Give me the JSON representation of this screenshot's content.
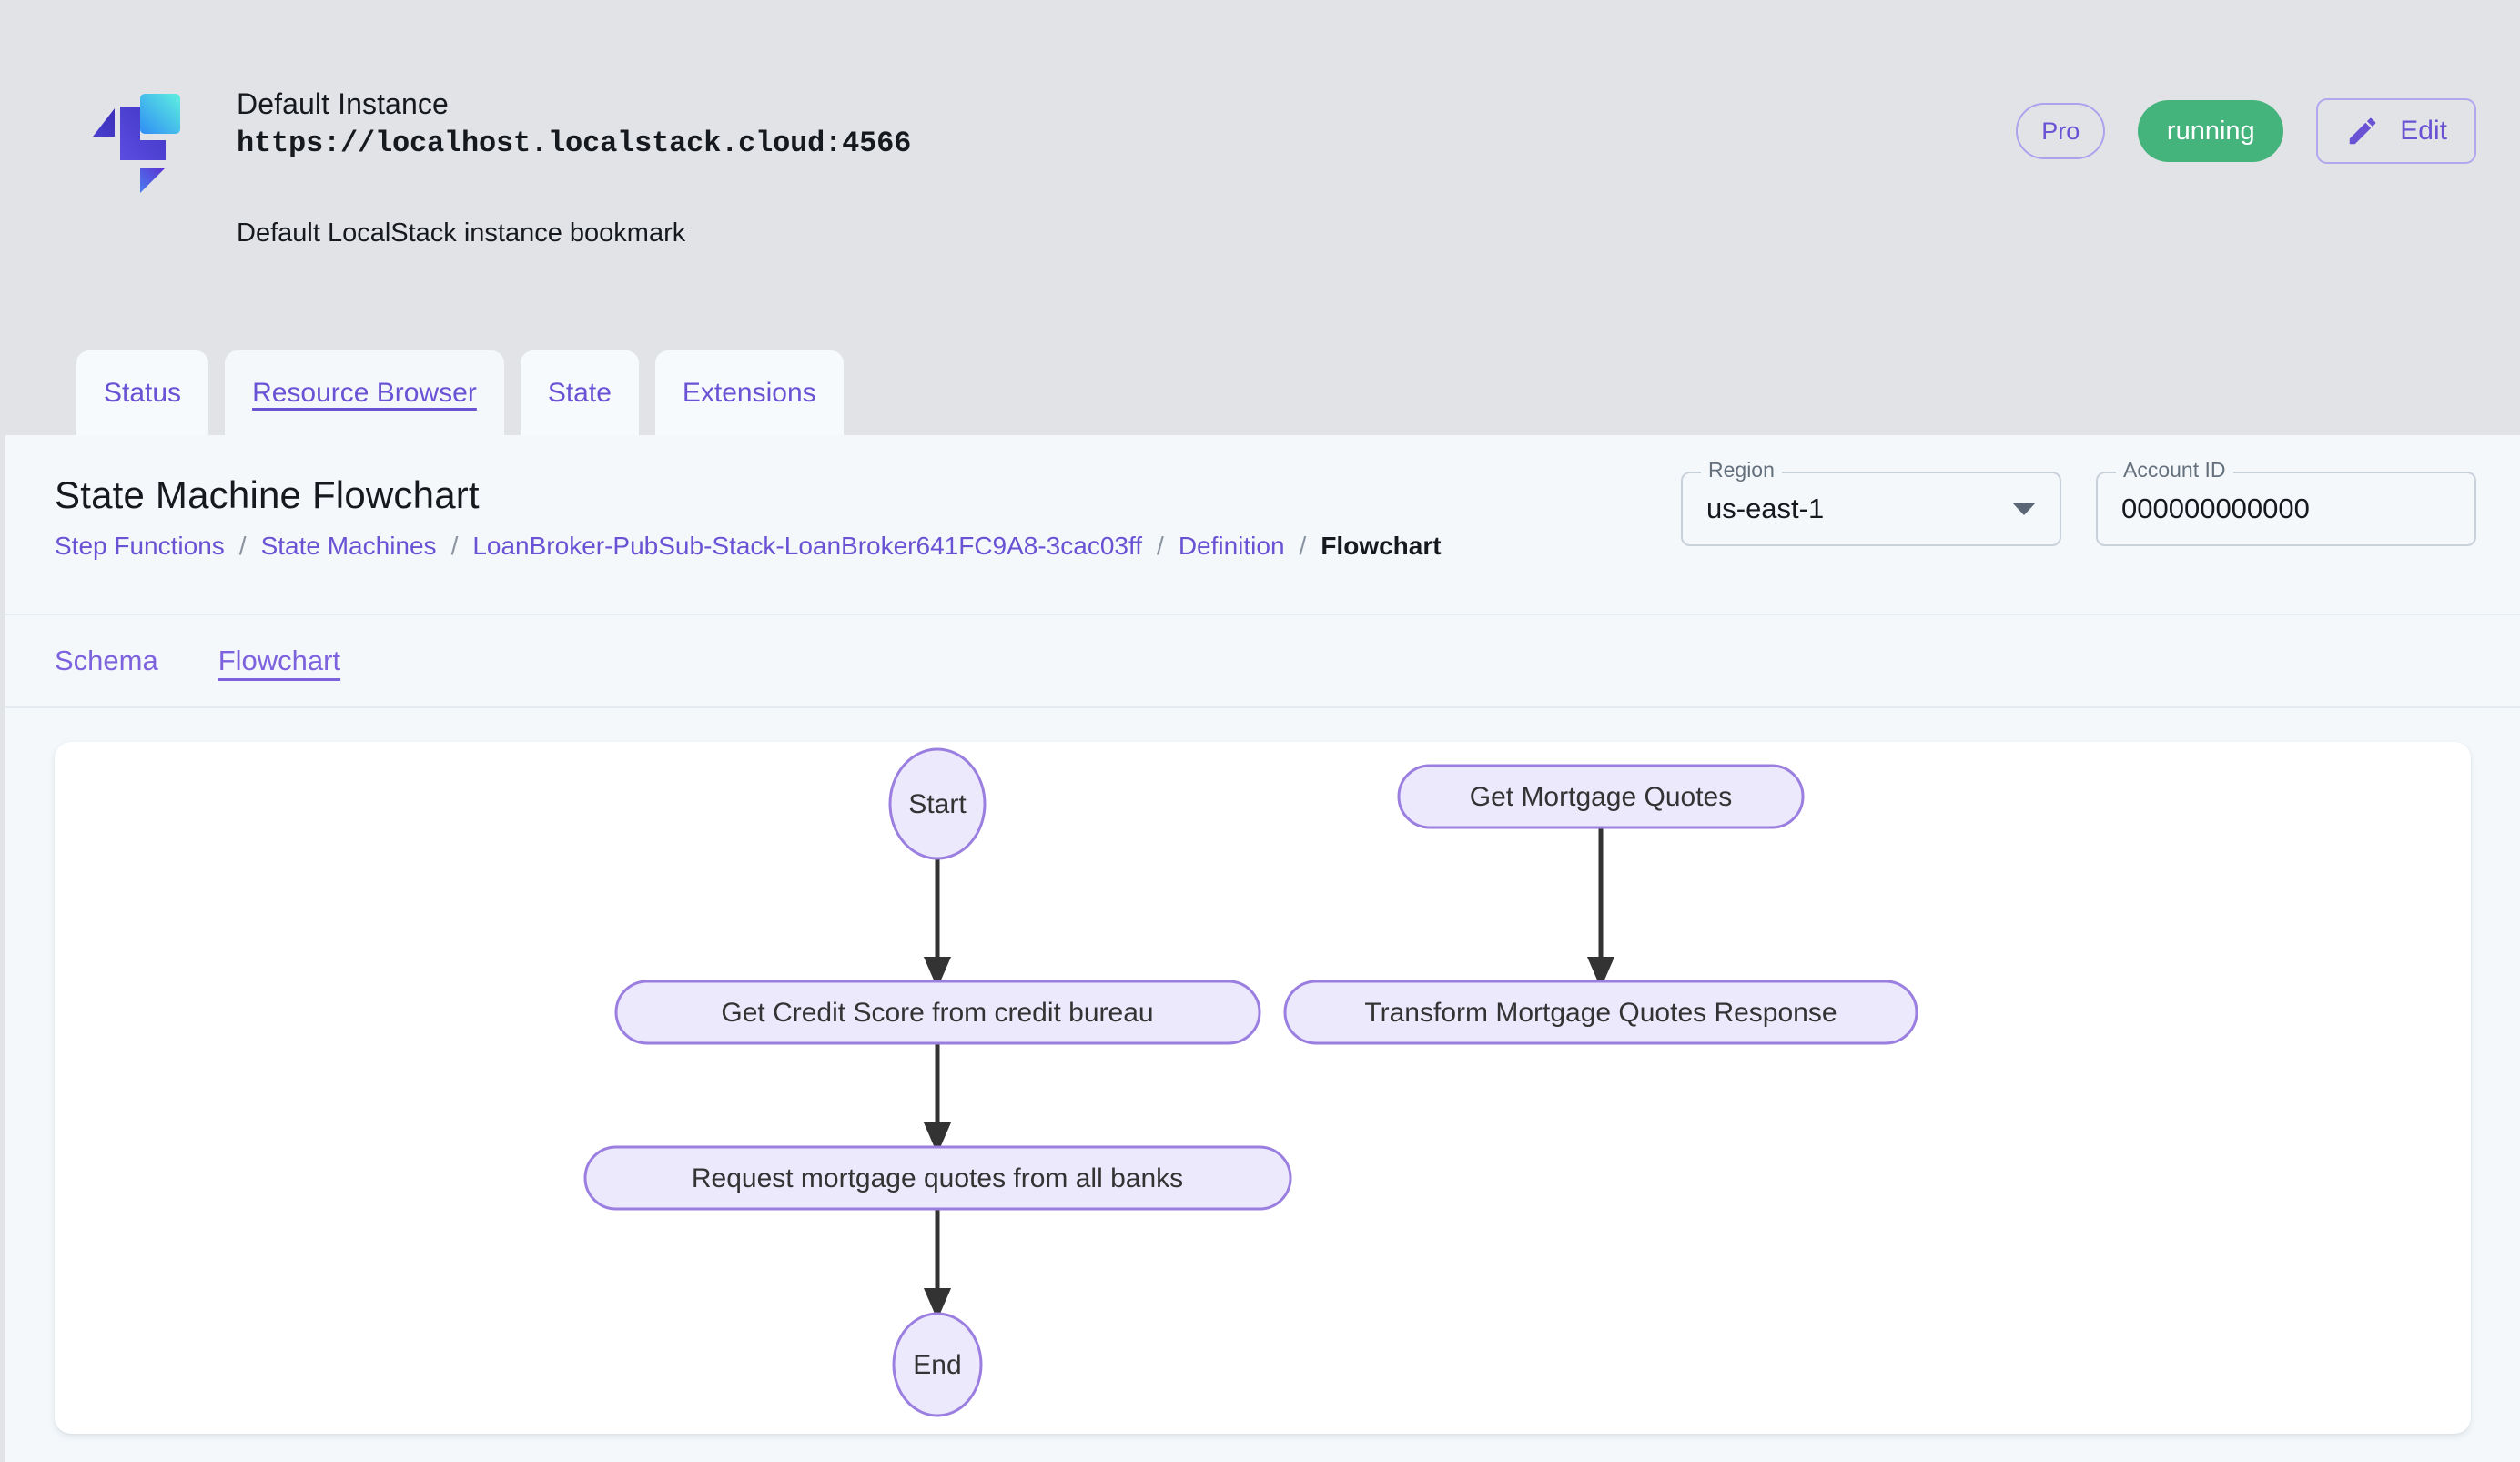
{
  "header": {
    "logo_icon": "localstack-logo-icon",
    "instance_name": "Default Instance",
    "instance_url": "https://localhost.localstack.cloud:4566",
    "instance_description": "Default LocalStack instance bookmark",
    "pro_badge": "Pro",
    "status_badge": "running",
    "edit_button": "Edit",
    "edit_icon": "pencil-icon",
    "colors": {
      "accent_purple": "#6a52d4",
      "status_green": "#45b37c",
      "header_bg": "#e1e3e7"
    }
  },
  "tabs": [
    {
      "label": "Status",
      "active": false
    },
    {
      "label": "Resource Browser",
      "active": true
    },
    {
      "label": "State",
      "active": false
    },
    {
      "label": "Extensions",
      "active": false
    }
  ],
  "page": {
    "title": "State Machine Flowchart",
    "breadcrumb": [
      {
        "label": "Step Functions",
        "current": false
      },
      {
        "label": "State Machines",
        "current": false
      },
      {
        "label": "LoanBroker-PubSub-Stack-LoanBroker641FC9A8-3cac03ff",
        "current": false
      },
      {
        "label": "Definition",
        "current": false
      },
      {
        "label": "Flowchart",
        "current": true
      }
    ],
    "breadcrumb_separator": "/"
  },
  "selects": {
    "region": {
      "label": "Region",
      "value": "us-east-1",
      "icon": "chevron-down-icon"
    },
    "account": {
      "label": "Account ID",
      "value": "000000000000"
    }
  },
  "subtabs": [
    {
      "label": "Schema",
      "active": false
    },
    {
      "label": "Flowchart",
      "active": true
    }
  ],
  "chart_data": {
    "type": "diagram",
    "title": "State Machine Flowchart",
    "node_fill": "#ede9fd",
    "node_stroke": "#9a7fe0",
    "edge_color": "#333333",
    "nodes": [
      {
        "id": "start",
        "label": "Start",
        "shape": "ellipse",
        "column": 1,
        "row": 1
      },
      {
        "id": "credit",
        "label": "Get Credit Score from credit bureau",
        "shape": "rounded-rect",
        "column": 1,
        "row": 2
      },
      {
        "id": "request",
        "label": "Request mortgage quotes from all banks",
        "shape": "rounded-rect",
        "column": 1,
        "row": 3
      },
      {
        "id": "end",
        "label": "End",
        "shape": "ellipse",
        "column": 1,
        "row": 4
      },
      {
        "id": "getquotes",
        "label": "Get Mortgage Quotes",
        "shape": "rounded-rect",
        "column": 2,
        "row": 1
      },
      {
        "id": "transform",
        "label": "Transform Mortgage Quotes Response",
        "shape": "rounded-rect",
        "column": 2,
        "row": 2
      }
    ],
    "edges": [
      {
        "from": "start",
        "to": "credit"
      },
      {
        "from": "credit",
        "to": "request"
      },
      {
        "from": "request",
        "to": "end"
      },
      {
        "from": "getquotes",
        "to": "transform"
      }
    ]
  }
}
